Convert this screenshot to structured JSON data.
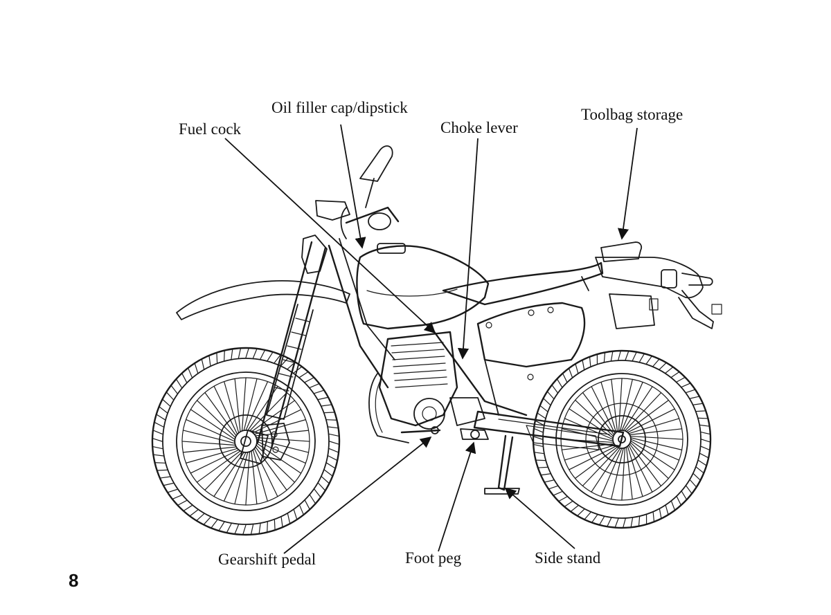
{
  "diagram": {
    "labels": {
      "fuel_cock": "Fuel cock",
      "oil_filler": "Oil filler cap/dipstick",
      "choke_lever": "Choke lever",
      "toolbag": "Toolbag storage",
      "gearshift": "Gearshift pedal",
      "foot_peg": "Foot peg",
      "side_stand": "Side stand"
    },
    "page_number": "8"
  }
}
